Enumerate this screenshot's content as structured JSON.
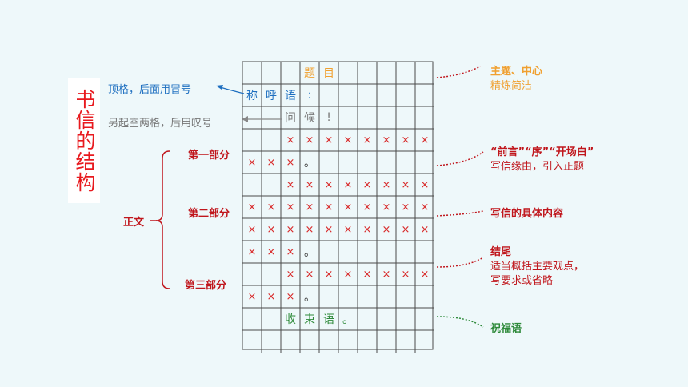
{
  "title": "书信的结构",
  "grid": {
    "rows": [
      [
        {
          "c": 3,
          "t": "题",
          "k": "orange"
        },
        {
          "c": 4,
          "t": "目",
          "k": "orange"
        }
      ],
      [
        {
          "c": 0,
          "t": "称",
          "k": "blue"
        },
        {
          "c": 1,
          "t": "呼",
          "k": "blue"
        },
        {
          "c": 2,
          "t": "语",
          "k": "blue"
        },
        {
          "c": 3,
          "t": ":",
          "k": "blue"
        }
      ],
      [
        {
          "c": 2,
          "t": "问",
          "k": "gray"
        },
        {
          "c": 3,
          "t": "候",
          "k": "gray"
        },
        {
          "c": 4,
          "t": "!",
          "k": "gray"
        }
      ],
      [
        {
          "c": 2,
          "t": "×",
          "k": "x"
        },
        {
          "c": 3,
          "t": "×",
          "k": "x"
        },
        {
          "c": 4,
          "t": "×",
          "k": "x"
        },
        {
          "c": 5,
          "t": "×",
          "k": "x"
        },
        {
          "c": 6,
          "t": "×",
          "k": "x"
        },
        {
          "c": 7,
          "t": "×",
          "k": "x"
        },
        {
          "c": 8,
          "t": "×",
          "k": "x"
        },
        {
          "c": 9,
          "t": "×",
          "k": "x"
        }
      ],
      [
        {
          "c": 0,
          "t": "×",
          "k": "x"
        },
        {
          "c": 1,
          "t": "×",
          "k": "x"
        },
        {
          "c": 2,
          "t": "×",
          "k": "x"
        },
        {
          "c": 3,
          "t": "。",
          "k": "black"
        }
      ],
      [
        {
          "c": 2,
          "t": "×",
          "k": "x"
        },
        {
          "c": 3,
          "t": "×",
          "k": "x"
        },
        {
          "c": 4,
          "t": "×",
          "k": "x"
        },
        {
          "c": 5,
          "t": "×",
          "k": "x"
        },
        {
          "c": 6,
          "t": "×",
          "k": "x"
        },
        {
          "c": 7,
          "t": "×",
          "k": "x"
        },
        {
          "c": 8,
          "t": "×",
          "k": "x"
        },
        {
          "c": 9,
          "t": "×",
          "k": "x"
        }
      ],
      [
        {
          "c": 0,
          "t": "×",
          "k": "x"
        },
        {
          "c": 1,
          "t": "×",
          "k": "x"
        },
        {
          "c": 2,
          "t": "×",
          "k": "x"
        },
        {
          "c": 3,
          "t": "×",
          "k": "x"
        },
        {
          "c": 4,
          "t": "×",
          "k": "x"
        },
        {
          "c": 5,
          "t": "×",
          "k": "x"
        },
        {
          "c": 6,
          "t": "×",
          "k": "x"
        },
        {
          "c": 7,
          "t": "×",
          "k": "x"
        },
        {
          "c": 8,
          "t": "×",
          "k": "x"
        },
        {
          "c": 9,
          "t": "×",
          "k": "x"
        }
      ],
      [
        {
          "c": 0,
          "t": "×",
          "k": "x"
        },
        {
          "c": 1,
          "t": "×",
          "k": "x"
        },
        {
          "c": 2,
          "t": "×",
          "k": "x"
        },
        {
          "c": 3,
          "t": "×",
          "k": "x"
        },
        {
          "c": 4,
          "t": "×",
          "k": "x"
        },
        {
          "c": 5,
          "t": "×",
          "k": "x"
        },
        {
          "c": 6,
          "t": "×",
          "k": "x"
        },
        {
          "c": 7,
          "t": "×",
          "k": "x"
        },
        {
          "c": 8,
          "t": "×",
          "k": "x"
        },
        {
          "c": 9,
          "t": "×",
          "k": "x"
        }
      ],
      [
        {
          "c": 0,
          "t": "×",
          "k": "x"
        },
        {
          "c": 1,
          "t": "×",
          "k": "x"
        },
        {
          "c": 2,
          "t": "×",
          "k": "x"
        },
        {
          "c": 3,
          "t": "。",
          "k": "black"
        }
      ],
      [
        {
          "c": 2,
          "t": "×",
          "k": "x"
        },
        {
          "c": 3,
          "t": "×",
          "k": "x"
        },
        {
          "c": 4,
          "t": "×",
          "k": "x"
        },
        {
          "c": 5,
          "t": "×",
          "k": "x"
        },
        {
          "c": 6,
          "t": "×",
          "k": "x"
        },
        {
          "c": 7,
          "t": "×",
          "k": "x"
        },
        {
          "c": 8,
          "t": "×",
          "k": "x"
        },
        {
          "c": 9,
          "t": "×",
          "k": "x"
        }
      ],
      [
        {
          "c": 0,
          "t": "×",
          "k": "x"
        },
        {
          "c": 1,
          "t": "×",
          "k": "x"
        },
        {
          "c": 2,
          "t": "×",
          "k": "x"
        },
        {
          "c": 3,
          "t": "。",
          "k": "black"
        }
      ],
      [
        {
          "c": 2,
          "t": "收",
          "k": "green"
        },
        {
          "c": 3,
          "t": "束",
          "k": "green"
        },
        {
          "c": 4,
          "t": "语",
          "k": "green"
        },
        {
          "c": 5,
          "t": "。",
          "k": "green"
        }
      ],
      []
    ]
  },
  "left_labels": {
    "top_indent": "顶格，后面用冒号",
    "second_indent": "另起空两格，后用叹号",
    "part1": "第一部分",
    "part2": "第二部分",
    "part3": "第三部分",
    "body": "正文"
  },
  "right_labels": {
    "title_head": "主题、中心",
    "title_sub": "精炼简洁",
    "intro_head": "“前言”“序”“开场白”",
    "intro_sub": "写信缘由，引入正题",
    "content": "写信的具体内容",
    "end_head": "结尾",
    "end_sub1": "适当概括主要观点，",
    "end_sub2": "写要求或省略",
    "closing": "祝福语"
  },
  "colors": {
    "background": "#eef8fa",
    "title_red": "#e8191e",
    "mark_red": "#d82929",
    "label_red": "#c0161c",
    "orange": "#f0a030",
    "blue": "#1e6fc0",
    "gray": "#777777",
    "green": "#2e8a3a"
  }
}
